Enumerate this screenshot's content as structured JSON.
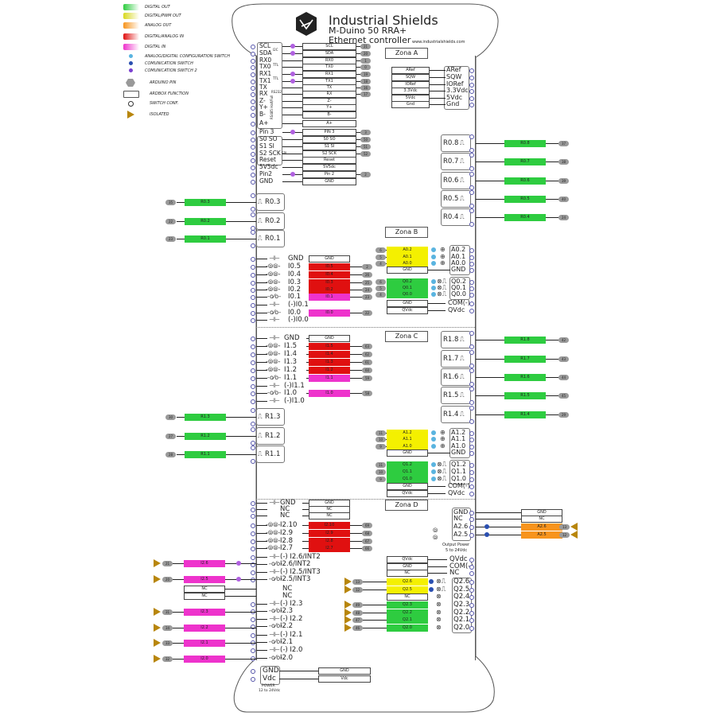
{
  "colors": {
    "digital_out": "#2ecc40",
    "pwm_out": "#f4f000",
    "analog_out": "#f7941d",
    "analog_in": "#e01010",
    "digital_in": "#ee33cc",
    "switch_cyan": "#5ab4e0",
    "switch_blue": "#2a4fb0",
    "switch_purple": "#b060e0",
    "badge": "#9a9a9a",
    "isolated": "#b8860b"
  },
  "legend": {
    "swatches": [
      {
        "label": "DIGITAL OUT",
        "color": "#2ecc40"
      },
      {
        "label": "DIGITAL/PWM OUT",
        "color": "#d8d820"
      },
      {
        "label": "ANALOG OUT",
        "color": "#f7941d"
      },
      {
        "label": "DIGITAL/ANALOG IN",
        "color": "#e01010"
      },
      {
        "label": "DIGITAL IN",
        "color": "#ee33cc"
      }
    ],
    "switches": [
      {
        "label": "ANALOG/DIGITAL CONFIGURATION SWITCH",
        "color": "#5ab4e0"
      },
      {
        "label": "COMUNICATION SWITCH",
        "color": "#2a4fb0"
      },
      {
        "label": "COMUNICATION SWITCH 2",
        "color": "#7a3fd0"
      }
    ],
    "symbols": [
      {
        "label": "ARDUINO PIN",
        "icon": "hexagon"
      },
      {
        "label": "ARDBOX FUNCTION",
        "icon": "rectangle"
      },
      {
        "label": "SWITCH CONF.",
        "icon": "circle"
      },
      {
        "label": "ISOLATED",
        "icon": "triangle"
      }
    ]
  },
  "header": {
    "brand": "Industrial Shields",
    "model": "M-Duino 50 RRA+",
    "subtitle": "Ethernet controller",
    "url": "www.industrialshields.com"
  },
  "zones": {
    "a": "Zona A",
    "b": "Zona B",
    "c": "Zona C",
    "d": "Zona D"
  },
  "comm": {
    "rows": [
      {
        "label": "SCL",
        "func": "SCL",
        "pin": "21",
        "dot": true
      },
      {
        "label": "SDA",
        "func": "SDA",
        "pin": "20",
        "dot": true
      },
      {
        "label": "RX0",
        "func": "RX0",
        "pin": "1"
      },
      {
        "label": "TX0",
        "func": "TX0",
        "pin": "0"
      },
      {
        "label": "RX1",
        "func": "RX1",
        "pin": "19",
        "dot": true
      },
      {
        "label": "TX1",
        "func": "TX1",
        "pin": "18",
        "dot": true
      },
      {
        "label": "TX",
        "func": "TX",
        "pin": "16"
      },
      {
        "label": "RX",
        "func": "RX",
        "pin": "17"
      },
      {
        "label": "Z-",
        "func": "Z-"
      },
      {
        "label": "Y+",
        "func": "Y+"
      },
      {
        "label": "B-",
        "func": "B-"
      },
      {
        "label": "A+",
        "func": "A+"
      },
      {
        "label": "Pin 3",
        "func": "PIN 3",
        "pin": "3",
        "dot": true
      },
      {
        "label": "S0 SO",
        "func": "S0 SO",
        "pin": "50"
      },
      {
        "label": "S1 SI",
        "func": "S1 SI",
        "pin": "51"
      },
      {
        "label": "S2 SCK",
        "func": "S2 SCK",
        "pin": "52"
      },
      {
        "label": "Reset",
        "func": "Reset"
      },
      {
        "label": "5V5dc",
        "func": "5V5dc"
      },
      {
        "label": "Pin2",
        "func": "Pin 2",
        "pin": "2",
        "dot": true
      },
      {
        "label": "GND",
        "func": "GND"
      }
    ],
    "bus_labels": [
      "I2C",
      "TTL",
      "TTL",
      "RS232",
      "RS485 Half/Full",
      "SPI"
    ]
  },
  "zone_a_right": [
    {
      "func": "ARef",
      "label": "ARef"
    },
    {
      "func": "SQW",
      "label": "SQW"
    },
    {
      "func": "IORef",
      "label": "IORef"
    },
    {
      "func": "3.3Vdc",
      "label": "3.3Vdc"
    },
    {
      "func": "5Vdc",
      "label": "5Vdc"
    },
    {
      "func": "Gnd",
      "label": "Gnd"
    }
  ],
  "relays_a_right": [
    {
      "label": "R0.8",
      "pin": "37"
    },
    {
      "label": "R0.7",
      "pin": "38"
    },
    {
      "label": "R0.6",
      "pin": "39"
    },
    {
      "label": "R0.5",
      "pin": "40"
    },
    {
      "label": "R0.4",
      "pin": "24"
    }
  ],
  "relays_a_left": [
    {
      "label": "R0.3",
      "pin": "35"
    },
    {
      "label": "R0.2",
      "pin": "22"
    },
    {
      "label": "R0.1",
      "pin": "23"
    }
  ],
  "zone_b_inputs": [
    {
      "label": "GND",
      "func": "GND",
      "kind": "gnd"
    },
    {
      "label": "I0.5",
      "func": "I0.5",
      "pin": "2",
      "kind": "analog"
    },
    {
      "label": "I0.4",
      "func": "I0.4",
      "pin": "26",
      "kind": "analog"
    },
    {
      "label": "I0.3",
      "func": "I0.3",
      "pin": "25",
      "kind": "analog"
    },
    {
      "label": "I0.2",
      "func": "I0.2",
      "pin": "24",
      "kind": "analog"
    },
    {
      "label": "I0.1",
      "func": "I0.1",
      "pin": "23",
      "kind": "digital"
    },
    {
      "label": "(-)I0.1",
      "kind": "neg"
    },
    {
      "label": "I0.0",
      "func": "I0.0",
      "pin": "22",
      "kind": "digital"
    },
    {
      "label": "(-)I0.0",
      "kind": "neg"
    }
  ],
  "zone_b_analog": [
    {
      "label": "A0.2",
      "func": "A0.2",
      "pin": "6"
    },
    {
      "label": "A0.1",
      "func": "A0.1",
      "pin": "5"
    },
    {
      "label": "A0.0",
      "func": "A0.0",
      "pin": "4"
    },
    {
      "label": "GND",
      "func": "GND"
    }
  ],
  "zone_b_outputs": [
    {
      "label": "Q0.2",
      "func": "Q0.2",
      "pin": "6"
    },
    {
      "label": "Q0.1",
      "func": "Q0.1",
      "pin": "5"
    },
    {
      "label": "Q0.0",
      "func": "Q0.0",
      "pin": "4"
    },
    {
      "label": "COM(-)",
      "func": "GND"
    },
    {
      "label": "QVdc",
      "func": "QVdc"
    }
  ],
  "zone_c_inputs": [
    {
      "label": "GND",
      "func": "GND",
      "kind": "gnd"
    },
    {
      "label": "I1.5",
      "func": "I1.5",
      "pin": "63",
      "kind": "analog"
    },
    {
      "label": "I1.4",
      "func": "I1.4",
      "pin": "62",
      "kind": "analog"
    },
    {
      "label": "I1.3",
      "func": "I1.3",
      "pin": "61",
      "kind": "analog"
    },
    {
      "label": "I1.2",
      "func": "I1.2",
      "pin": "60",
      "kind": "analog"
    },
    {
      "label": "I1.1",
      "func": "I1.1",
      "pin": "59",
      "kind": "digital"
    },
    {
      "label": "(-)I1.1",
      "kind": "neg"
    },
    {
      "label": "I1.0",
      "func": "I1.0",
      "pin": "58",
      "kind": "digital"
    },
    {
      "label": "(-)I1.0",
      "kind": "neg"
    }
  ],
  "relays_c_right": [
    {
      "label": "R1.8",
      "pin": "42"
    },
    {
      "label": "R1.7",
      "pin": "43"
    },
    {
      "label": "R1.6",
      "pin": "44"
    },
    {
      "label": "R1.5",
      "pin": "45"
    },
    {
      "label": "R1.4",
      "pin": "29"
    }
  ],
  "relays_c_left": [
    {
      "label": "R1.3",
      "pin": "30"
    },
    {
      "label": "R1.2",
      "pin": "27"
    },
    {
      "label": "R1.1",
      "pin": "28"
    }
  ],
  "zone_c_analog": [
    {
      "label": "A1.2",
      "func": "A1.2",
      "pin": "11"
    },
    {
      "label": "A1.1",
      "func": "A1.1",
      "pin": "10"
    },
    {
      "label": "A1.0",
      "func": "A1.0",
      "pin": "9"
    },
    {
      "label": "GND",
      "func": "GND"
    }
  ],
  "zone_c_outputs": [
    {
      "label": "Q1.2",
      "func": "Q1.2",
      "pin": "11"
    },
    {
      "label": "Q1.1",
      "func": "Q1.1",
      "pin": "10"
    },
    {
      "label": "Q1.0",
      "func": "Q1.0",
      "pin": "9"
    },
    {
      "label": "COM(-)",
      "func": "GND"
    },
    {
      "label": "QVdc",
      "func": "QVdc"
    }
  ],
  "zone_d_inputs_top": [
    {
      "label": "GND",
      "func": "GND",
      "kind": "gnd"
    },
    {
      "label": "NC",
      "func": "NC",
      "kind": "nc"
    },
    {
      "label": "NC",
      "func": "NC",
      "kind": "nc"
    },
    {
      "label": "I2.10",
      "func": "I2.10",
      "pin": "69",
      "kind": "analog"
    },
    {
      "label": "I2.9",
      "func": "I2.9",
      "pin": "68",
      "kind": "analog"
    },
    {
      "label": "I2.8",
      "func": "I2.8",
      "pin": "67",
      "kind": "analog"
    },
    {
      "label": "I2.7",
      "func": "I2.7",
      "pin": "66",
      "kind": "analog"
    }
  ],
  "zone_d_input_labels": [
    "(-) I2.6/INT2",
    "I2.6/INT2",
    "(-) I2.5/INT3",
    "I2.5/INT3",
    "NC",
    "NC",
    "(-) I2.3",
    "I2.3",
    "(-) I2.2",
    "I2.2",
    "(-) I2.1",
    "I2.1",
    "(-) I2.0",
    "I2.0"
  ],
  "zone_d_isolated_inputs": [
    {
      "func": "I2.6",
      "pin": "21"
    },
    {
      "func": "I2.5",
      "pin": "20"
    },
    {
      "func": "NC"
    },
    {
      "func": "NC"
    },
    {
      "func": "I2.3",
      "pin": "31"
    },
    {
      "func": "I2.2",
      "pin": "34"
    },
    {
      "func": "I2.1",
      "pin": "33"
    },
    {
      "func": "I2.0",
      "pin": "32"
    }
  ],
  "zone_d_analog": [
    {
      "label": "GND",
      "func": "GND"
    },
    {
      "label": "NC",
      "func": "NC"
    },
    {
      "label": "A2.6",
      "func": "A2.6",
      "pin": "13"
    },
    {
      "label": "A2.5",
      "func": "A2.5",
      "pin": "12"
    }
  ],
  "output_power": {
    "line1": "Output Power",
    "line2": "5 to 24Vdc"
  },
  "zone_d_outputs": [
    {
      "label": "QVdc",
      "func": "QVdc"
    },
    {
      "label": "COM(-)",
      "func": "GND"
    },
    {
      "label": "NC",
      "func": "NC"
    },
    {
      "label": "Q2.6",
      "func": "Q2.6",
      "pin": "13",
      "kind": "pwm"
    },
    {
      "label": "Q2.5",
      "func": "Q2.5",
      "pin": "12",
      "kind": "pwm"
    },
    {
      "label": "Q2.4",
      "func": "NC"
    },
    {
      "label": "Q2.3",
      "func": "Q2.3",
      "pin": "49",
      "kind": "dig"
    },
    {
      "label": "Q2.2",
      "func": "Q2.2",
      "pin": "48",
      "kind": "dig"
    },
    {
      "label": "Q2.1",
      "func": "Q2.1",
      "pin": "47",
      "kind": "dig"
    },
    {
      "label": "Q2.0",
      "func": "Q2.0",
      "pin": "46",
      "kind": "dig"
    }
  ],
  "power": {
    "rows": [
      {
        "label": "GND",
        "func": "GND"
      },
      {
        "label": "Vdc",
        "func": "Vdc"
      }
    ],
    "title": "POWER",
    "range": "12 to 24Vdc"
  }
}
